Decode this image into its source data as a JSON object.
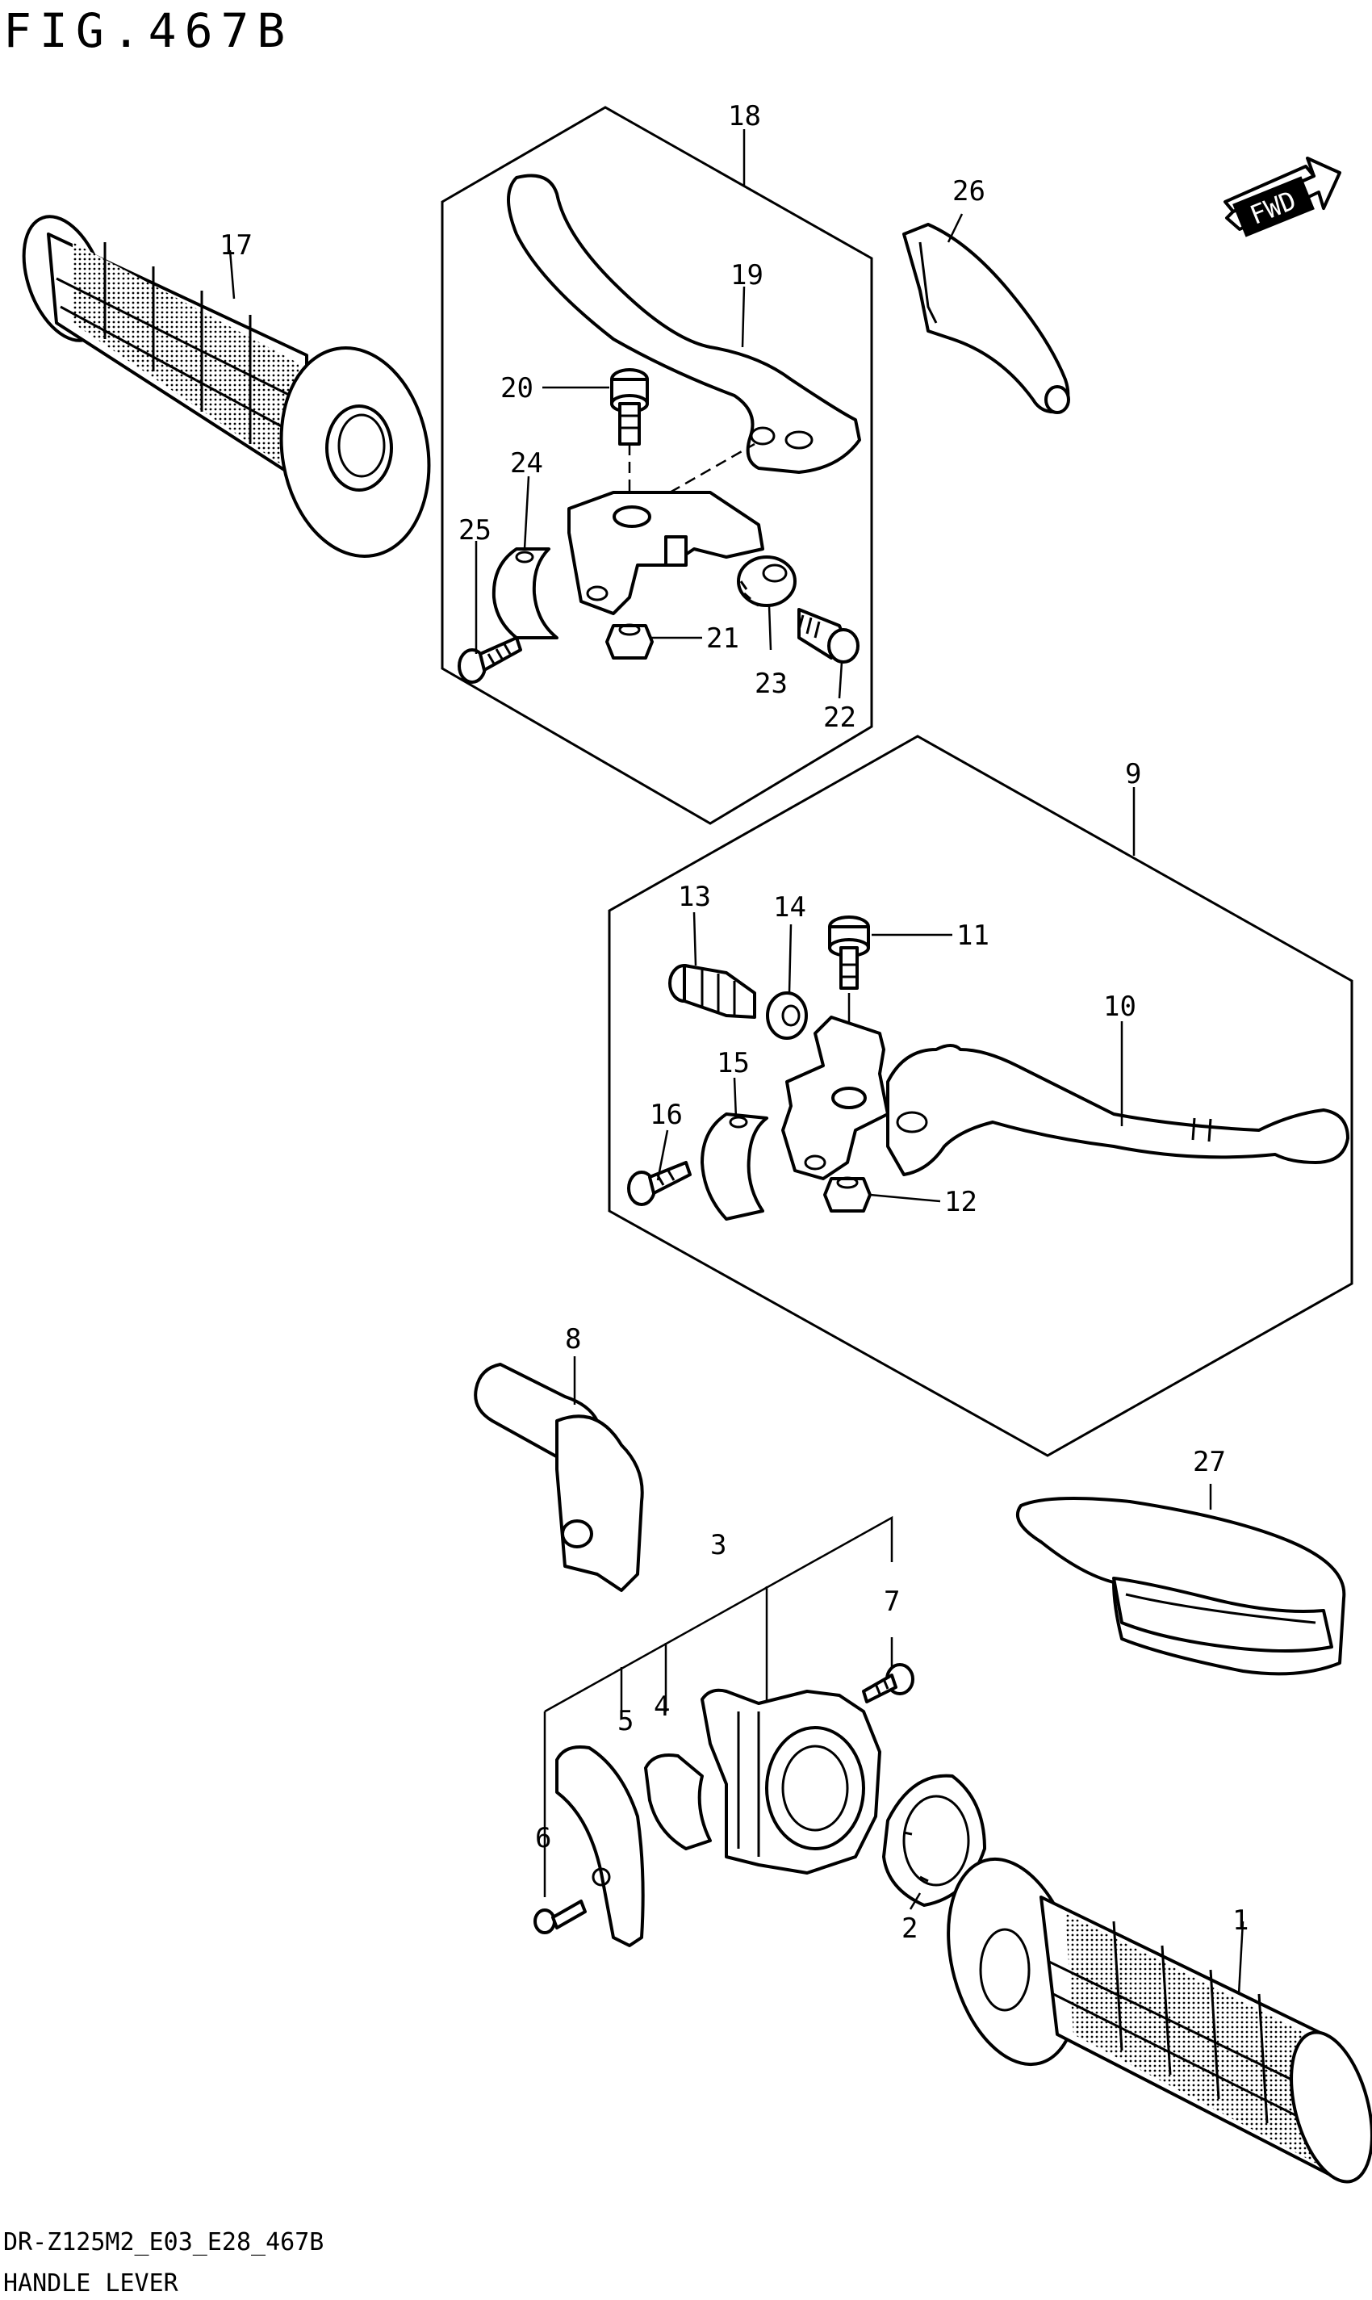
{
  "figure_title": "FIG.467B",
  "model_code": "DR-Z125M2_E03_E28_467B",
  "section_name": "HANDLE LEVER",
  "fwd_label": "FWD",
  "callouts": [
    "1",
    "2",
    "3",
    "4",
    "5",
    "6",
    "7",
    "8",
    "9",
    "10",
    "11",
    "12",
    "13",
    "14",
    "15",
    "16",
    "17",
    "18",
    "19",
    "20",
    "21",
    "22",
    "23",
    "24",
    "25",
    "26",
    "27"
  ]
}
